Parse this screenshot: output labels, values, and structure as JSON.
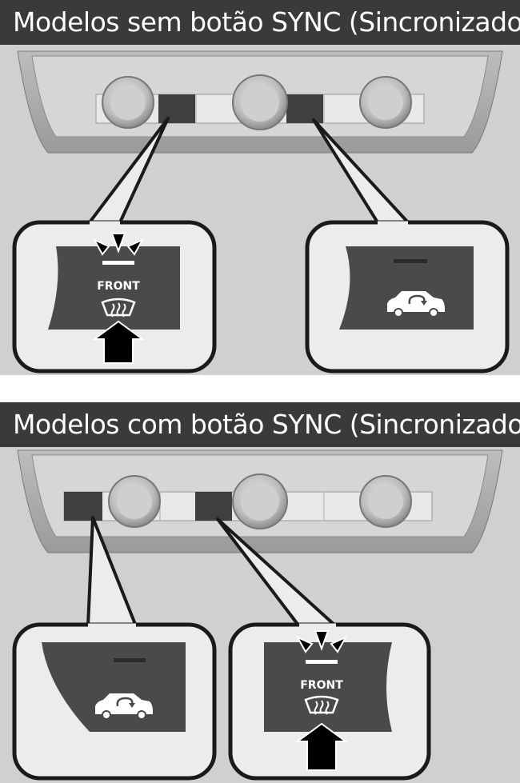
{
  "sections": [
    {
      "title": "Modelos sem botão SYNC (Sincronizado)*",
      "callouts": [
        {
          "button": "front-defrost",
          "label": "FRONT",
          "indicator": "on",
          "pressed": true
        },
        {
          "button": "recirculation",
          "indicator": "off",
          "pressed": false
        }
      ]
    },
    {
      "title": "Modelos com botão SYNC (Sincronizado)*",
      "callouts": [
        {
          "button": "recirculation",
          "indicator": "off",
          "pressed": false
        },
        {
          "button": "front-defrost",
          "label": "FRONT",
          "indicator": "on",
          "pressed": true
        }
      ]
    }
  ],
  "colors": {
    "header_bg": "#3a3a3a",
    "panel_bg": "#d0d0d0",
    "button_face": "#4a4a4a",
    "knob": "#c8c8c8"
  }
}
